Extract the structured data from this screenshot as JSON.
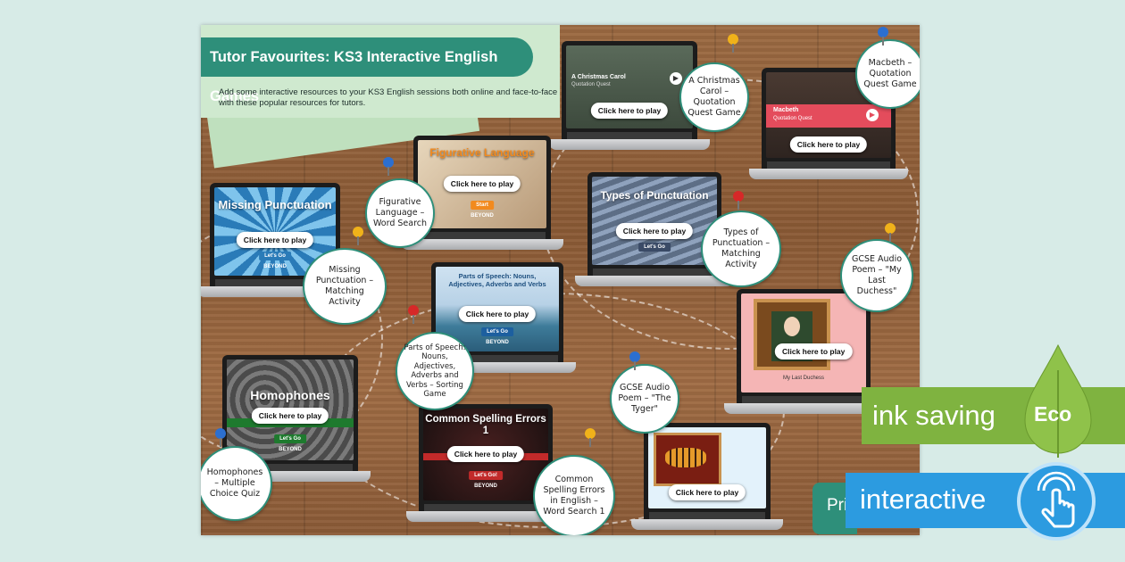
{
  "header": {
    "title": "Tutor Favourites: KS3 Interactive English Games",
    "description": "Add some interactive resources to your KS3 English sessions both online and face-to-face with these popular resources for tutors."
  },
  "play_label": "Click here to play",
  "screens": {
    "christmas_carol": {
      "title": "A Christmas Carol",
      "subtitle": "Quotation Quest"
    },
    "macbeth": {
      "title": "Macbeth",
      "subtitle": "Quotation Quest"
    },
    "figurative": {
      "title": "Figurative Language",
      "start": "Start",
      "brand": "BEYOND"
    },
    "missing": {
      "title": "Missing Punctuation",
      "go": "Let's Go",
      "brand": "BEYOND"
    },
    "types": {
      "title": "Types of Punctuation",
      "go": "Let's Go"
    },
    "parts": {
      "title": "Parts of Speech: Nouns, Adjectives, Adverbs and Verbs",
      "go": "Let's Go",
      "brand": "BEYOND"
    },
    "duchess": {
      "caption": "My Last Duchess"
    },
    "homophones": {
      "title": "Homophones",
      "go": "Let's Go",
      "brand": "BEYOND"
    },
    "spelling": {
      "title": "Common Spelling Errors 1",
      "go": "Let's Go!",
      "brand": "BEYOND"
    }
  },
  "labels": {
    "christmas_carol": "A Christmas Carol – Quotation Quest Game",
    "macbeth": "Macbeth – Quotation Quest Game",
    "figurative": "Figurative Language – Word Search",
    "missing": "Missing Punctuation – Matching Activity",
    "types": "Types of Punctuation – Matching Activity",
    "audio_duchess": "GCSE Audio Poem – \"My Last Duchess\"",
    "parts": "Parts of Speech: Nouns, Adjectives, Adverbs and Verbs – Sorting Game",
    "audio_tyger": "GCSE Audio Poem – \"The Tyger\"",
    "homophones": "Homophones – Multiple Choice Quiz",
    "spelling": "Common Spelling Errors in English – Word Search 1"
  },
  "badges": {
    "ink_saving": "ink saving",
    "eco": "Eco",
    "interactive": "interactive",
    "print": "Pri"
  },
  "colors": {
    "teal": "#2e8f7a",
    "eco_green": "#7fb340",
    "interactive_blue": "#2c9be0",
    "wood": "#9c6a42"
  }
}
